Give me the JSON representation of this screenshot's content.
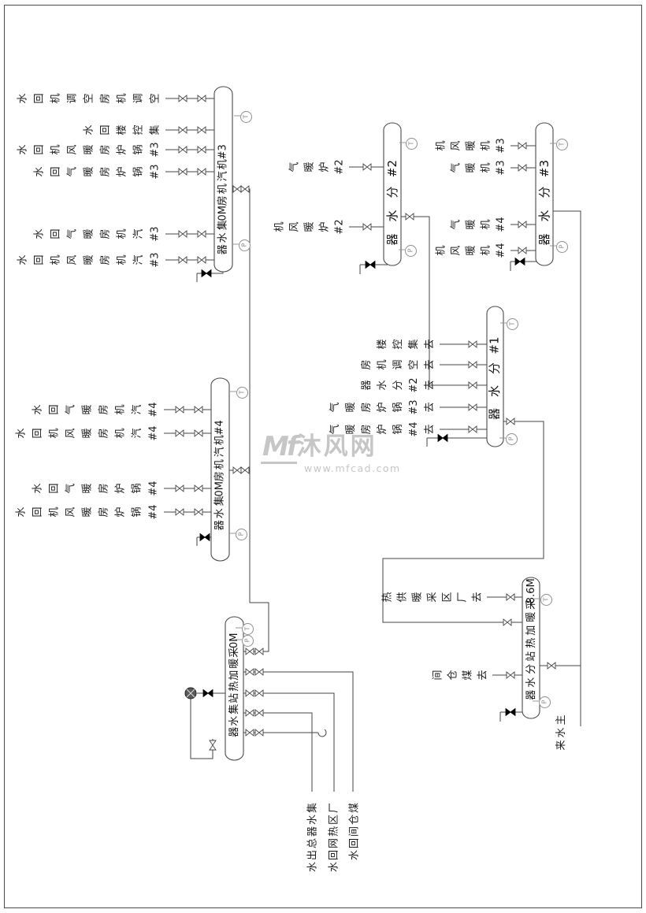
{
  "vessels": {
    "v1": {
      "name": "#3机汽机房0M集水器",
      "inlets": [
        "空调机房空调机回水",
        "集控楼回水",
        "#3锅炉房暖风机回水",
        "#3锅炉房暖气回水",
        "#3汽机房暖气回水",
        "#3汽机房暖风机回水"
      ]
    },
    "v2": {
      "name": "#4机汽机房0M集水器",
      "inlets": [
        "#4汽机房暖气回水",
        "#4汽机房暖风机回水",
        "#4锅炉房暖气回水",
        "#4锅炉房暖风机回水"
      ]
    },
    "v3": {
      "name": "#2分水器",
      "outlets": [
        "#2炉暖气",
        "#2炉暖风机"
      ]
    },
    "v4": {
      "name": "#3分水器",
      "outlets": [
        "#3机暖风机",
        "#3机暖气",
        "#4机暖气",
        "#4机暖风机"
      ]
    },
    "v5": {
      "name": "#1分水器",
      "outlets": [
        "去集控楼",
        "去空调机房",
        "去#2分水器",
        "去#3锅炉房暖气",
        "去#4锅炉房暖气"
      ]
    },
    "v6": {
      "name": "0M采暖加热站集水器",
      "outlets": [
        "煤仓间回水",
        "厂区热网回水",
        "集水器总出水"
      ]
    },
    "v7": {
      "name": "8.6M采暖加热站分水器",
      "outlets": [
        "去厂区采暖供热",
        "去煤仓间"
      ],
      "inlet": "主水来"
    }
  },
  "gauges": {
    "top_letter": "T",
    "bottom_letter": "P"
  },
  "watermark": {
    "logo": "Mf",
    "brand": "沐风网",
    "url": "www.mfcad.com"
  }
}
